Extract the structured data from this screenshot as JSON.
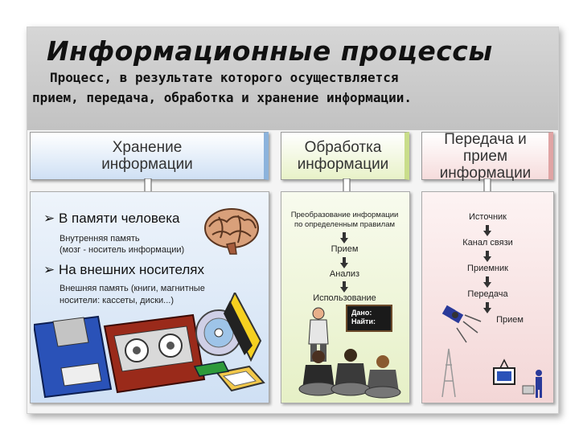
{
  "title": "Информационные процессы",
  "subtitle": {
    "line1": "Процесс, в результате которого осуществляется",
    "line2": "прием, передача, обработка и хранение информации."
  },
  "columns": [
    {
      "line1": "Хранение",
      "line2": "информации"
    },
    {
      "line1": "Обработка",
      "line2": "информации"
    },
    {
      "line1": "Передача и прием",
      "line2": "информации"
    }
  ],
  "storage": {
    "item1": "В памяти человека",
    "desc1_l1": "Внутренняя память",
    "desc1_l2": "(мозг - носитель информации)",
    "item2": "На внешних носителях",
    "desc2_l1": "Внешняя память (книги, магнитные",
    "desc2_l2": "носители: кассеты, диски...)"
  },
  "processing": {
    "rule_l1": "Преобразование информации",
    "rule_l2": "по определенным правилам",
    "steps": [
      "Прием",
      "Анализ",
      "Использование"
    ],
    "board_l1": "Дано:",
    "board_l2": "Найти:"
  },
  "transfer": {
    "steps": [
      "Источник",
      "Канал связи",
      "Приемник",
      "Передача",
      "Прием"
    ]
  },
  "colors": {
    "blue_panel": "#cfe0f4",
    "green_panel": "#e6f0c6",
    "pink_panel": "#f3d6d6"
  }
}
